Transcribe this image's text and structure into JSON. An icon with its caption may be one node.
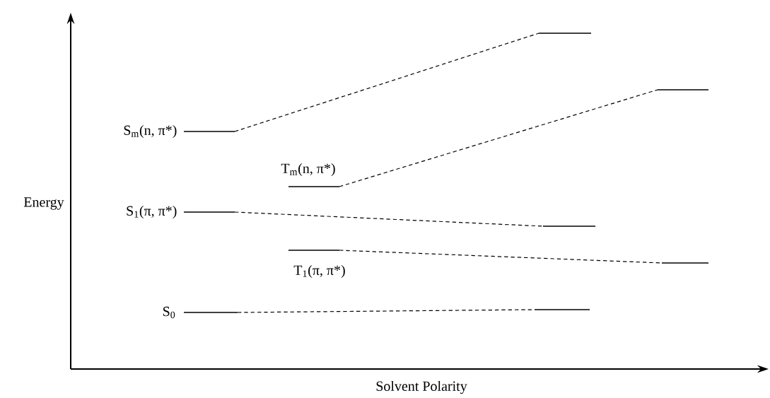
{
  "diagram": {
    "nodes": [
      {
        "text": [],
        "shape": "bar",
        "beside": [
          "S$_{m}$(n, π*)"
        ]
      },
      {
        "text": [],
        "shape": "bar"
      },
      {
        "text": [],
        "shape": "bar",
        "beside": [
          "T$_{m}$(n, π*)"
        ]
      },
      {
        "text": [],
        "shape": "bar"
      },
      {
        "text": [],
        "shape": "bar",
        "beside": [
          "S$_{1}$(π, π*)"
        ]
      },
      {
        "text": [],
        "shape": "bar"
      },
      {
        "text": [],
        "shape": "bar",
        "beside": [
          "T$_{1}$(π, π*)"
        ]
      },
      {
        "text": [],
        "shape": "bar"
      },
      {
        "text": [],
        "shape": "bar",
        "beside": [
          "S$_{0}$"
        ]
      },
      {
        "text": [],
        "shape": "bar"
      }
    ],
    "edges": [
      {
        "from": 0,
        "to": 1,
        "arrow": "none",
        "style": "dashed"
      },
      {
        "from": 2,
        "to": 3,
        "arrow": "none",
        "style": "dashed"
      },
      {
        "from": 4,
        "to": 5,
        "arrow": "none",
        "style": "dashed"
      },
      {
        "from": 6,
        "to": 7,
        "arrow": "none",
        "style": "dashed"
      },
      {
        "from": 8,
        "to": 9,
        "arrow": "none",
        "style": "dashed"
      }
    ],
    "labels": [
      "Energy",
      "Solvent Polarity"
    ]
  }
}
